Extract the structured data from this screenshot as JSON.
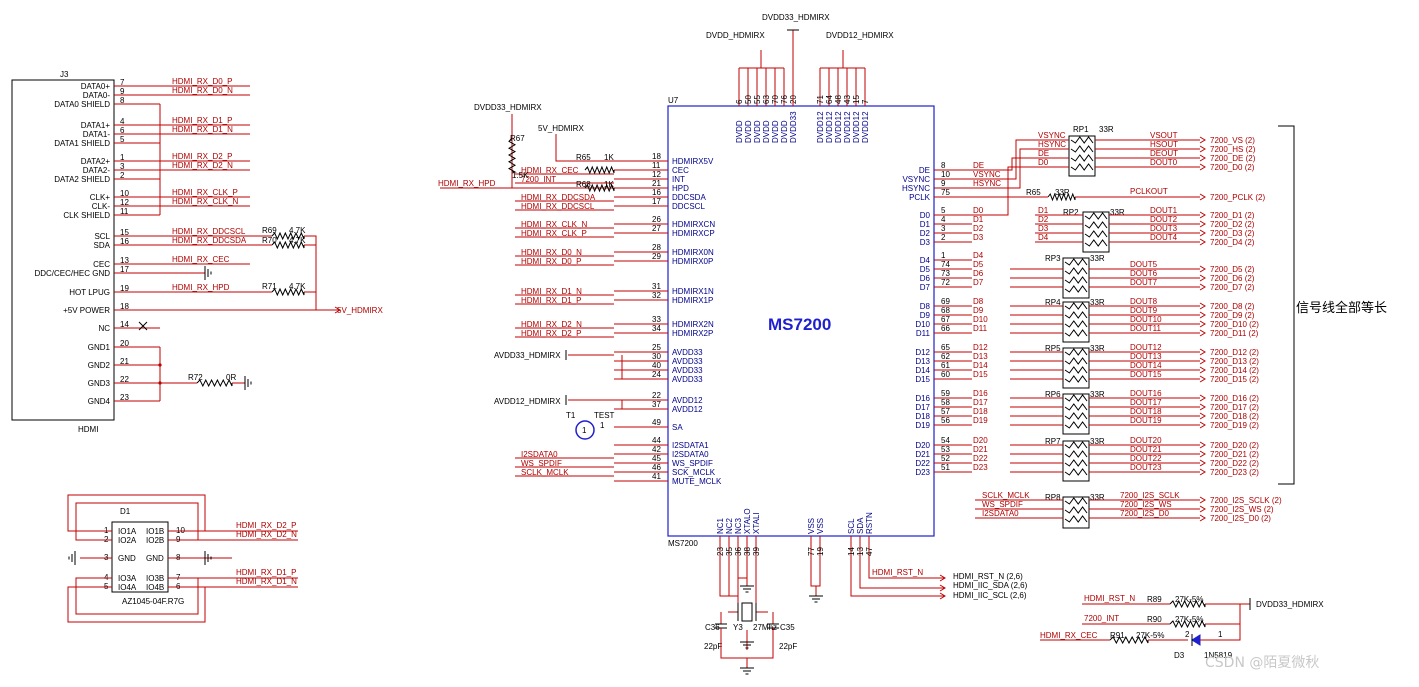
{
  "j3": {
    "ref": "J3",
    "name": "HDMI",
    "pins": [
      {
        "label": "DATA0+",
        "num": "7",
        "net": "HDMI_RX_D0_P"
      },
      {
        "label": "DATA0-",
        "num": "9",
        "net": "HDMI_RX_D0_N"
      },
      {
        "label": "DATA0 SHIELD",
        "num": "8",
        "net": ""
      },
      {
        "label": "DATA1+",
        "num": "4",
        "net": "HDMI_RX_D1_P"
      },
      {
        "label": "DATA1-",
        "num": "6",
        "net": "HDMI_RX_D1_N"
      },
      {
        "label": "DATA1 SHIELD",
        "num": "5",
        "net": ""
      },
      {
        "label": "DATA2+",
        "num": "1",
        "net": "HDMI_RX_D2_P"
      },
      {
        "label": "DATA2-",
        "num": "3",
        "net": "HDMI_RX_D2_N"
      },
      {
        "label": "DATA2 SHIELD",
        "num": "2",
        "net": ""
      },
      {
        "label": "CLK+",
        "num": "10",
        "net": "HDMI_RX_CLK_P"
      },
      {
        "label": "CLK-",
        "num": "12",
        "net": "HDMI_RX_CLK_N"
      },
      {
        "label": "CLK SHIELD",
        "num": "11",
        "net": ""
      },
      {
        "label": "SCL",
        "num": "15",
        "net": "HDMI_RX_DDCSCL"
      },
      {
        "label": "SDA",
        "num": "16",
        "net": "HDMI_RX_DDCSDA"
      },
      {
        "label": "CEC",
        "num": "13",
        "net": "HDMI_RX_CEC"
      },
      {
        "label": "DDC/CEC/HEC GND",
        "num": "17",
        "net": ""
      },
      {
        "label": "HOT LPUG",
        "num": "19",
        "net": "HDMI_RX_HPD"
      },
      {
        "label": "+5V POWER",
        "num": "18",
        "net": "5V_HDMIRX"
      },
      {
        "label": "NC",
        "num": "14",
        "net": ""
      },
      {
        "label": "GND1",
        "num": "20",
        "net": ""
      },
      {
        "label": "GND2",
        "num": "21",
        "net": ""
      },
      {
        "label": "GND3",
        "num": "22",
        "net": ""
      },
      {
        "label": "GND4",
        "num": "23",
        "net": ""
      }
    ],
    "r69": {
      "ref": "R69",
      "val": "4.7K"
    },
    "r70": {
      "ref": "R70",
      "val": "4.7K"
    },
    "r71": {
      "ref": "R71",
      "val": "4.7K"
    },
    "r72": {
      "ref": "R72",
      "val": "0R"
    }
  },
  "d1": {
    "ref": "D1",
    "part": "AZ1045-04F.R7G",
    "left_labels": [
      "IO1A",
      "IO2A",
      "GND",
      "IO3A",
      "IO4A"
    ],
    "right_labels": [
      "IO1B",
      "IO2B",
      "GND",
      "IO3B",
      "IO4B"
    ],
    "left_nums": [
      "1",
      "2",
      "3",
      "4",
      "5"
    ],
    "right_nums": [
      "10",
      "9",
      "8",
      "7",
      "6"
    ],
    "nets": [
      "HDMI_RX_D2_P",
      "HDMI_RX_D2_N",
      "HDMI_RX_D1_P",
      "HDMI_RX_D1_N"
    ]
  },
  "u7": {
    "ref": "U7",
    "name": "MS7200",
    "part": "MS7200",
    "top_power": {
      "dvdd": "DVDD_HDMIRX",
      "dvdd33": "DVDD33_HDMIRX",
      "dvdd12": "DVDD12_HDMIRX",
      "pins": [
        {
          "num": "6",
          "name": "DVDD"
        },
        {
          "num": "50",
          "name": "DVDD"
        },
        {
          "num": "55",
          "name": "DVDD"
        },
        {
          "num": "63",
          "name": "DVDD"
        },
        {
          "num": "70",
          "name": "DVDD"
        },
        {
          "num": "76",
          "name": "DVDD"
        },
        {
          "num": "20",
          "name": "DVDD33"
        },
        {
          "num": "71",
          "name": "DVDD12"
        },
        {
          "num": "64",
          "name": "DVDD12"
        },
        {
          "num": "48",
          "name": "DVDD12"
        },
        {
          "num": "43",
          "name": "DVDD12"
        },
        {
          "num": "15",
          "name": "DVDD12"
        },
        {
          "num": "7",
          "name": "DVDD12"
        }
      ]
    },
    "left_pins": [
      {
        "num": "18",
        "name": "HDMIRX5V"
      },
      {
        "num": "11",
        "name": "CEC",
        "net": "HDMI_RX_CEC"
      },
      {
        "num": "12",
        "name": "INT",
        "net": "7200_INT"
      },
      {
        "num": "21",
        "name": "HPD"
      },
      {
        "num": "16",
        "name": "DDCSDA",
        "net": "HDMI_RX_DDCSDA"
      },
      {
        "num": "17",
        "name": "DDCSCL",
        "net": "HDMI_RX_DDCSCL"
      },
      {
        "num": "26",
        "name": "HDMIRXCN",
        "net": "HDMI_RX_CLK_N"
      },
      {
        "num": "27",
        "name": "HDMIRXCP",
        "net": "HDMI_RX_CLK_P"
      },
      {
        "num": "28",
        "name": "HDMIRX0N",
        "net": "HDMI_RX_D0_N"
      },
      {
        "num": "29",
        "name": "HDMIRX0P",
        "net": "HDMI_RX_D0_P"
      },
      {
        "num": "31",
        "name": "HDMIRX1N",
        "net": "HDMI_RX_D1_N"
      },
      {
        "num": "32",
        "name": "HDMIRX1P",
        "net": "HDMI_RX_D1_P"
      },
      {
        "num": "33",
        "name": "HDMIRX2N",
        "net": "HDMI_RX_D2_N"
      },
      {
        "num": "34",
        "name": "HDMIRX2P",
        "net": "HDMI_RX_D2_P"
      },
      {
        "num": "25",
        "name": "AVDD33"
      },
      {
        "num": "30",
        "name": "AVDD33"
      },
      {
        "num": "40",
        "name": "AVDD33"
      },
      {
        "num": "24",
        "name": "AVDD33"
      },
      {
        "num": "22",
        "name": "AVDD12"
      },
      {
        "num": "37",
        "name": "AVDD12"
      },
      {
        "num": "49",
        "name": "SA"
      },
      {
        "num": "44",
        "name": "I2SDATA1"
      },
      {
        "num": "42",
        "name": "I2SDATA0",
        "net": "I2SDATA0"
      },
      {
        "num": "45",
        "name": "WS_SPDIF",
        "net": "WS_SPDIF"
      },
      {
        "num": "46",
        "name": "SCK_MCLK",
        "net": "SCLK_MCLK"
      },
      {
        "num": "41",
        "name": "MUTE_MCLK"
      }
    ],
    "right_pins": [
      {
        "num": "8",
        "name": "DE",
        "net": "DE"
      },
      {
        "num": "10",
        "name": "VSYNC",
        "net": "VSYNC"
      },
      {
        "num": "9",
        "name": "HSYNC",
        "net": "HSYNC"
      },
      {
        "num": "75",
        "name": "PCLK"
      },
      {
        "num": "5",
        "name": "D0",
        "net": "D0"
      },
      {
        "num": "4",
        "name": "D1",
        "net": "D1"
      },
      {
        "num": "3",
        "name": "D2",
        "net": "D2"
      },
      {
        "num": "2",
        "name": "D3",
        "net": "D3"
      },
      {
        "num": "1",
        "name": "D4",
        "net": "D4"
      },
      {
        "num": "74",
        "name": "D5",
        "net": "D5"
      },
      {
        "num": "73",
        "name": "D6",
        "net": "D6"
      },
      {
        "num": "72",
        "name": "D7",
        "net": "D7"
      },
      {
        "num": "69",
        "name": "D8",
        "net": "D8"
      },
      {
        "num": "68",
        "name": "D9",
        "net": "D9"
      },
      {
        "num": "67",
        "name": "D10",
        "net": "D10"
      },
      {
        "num": "66",
        "name": "D11",
        "net": "D11"
      },
      {
        "num": "65",
        "name": "D12",
        "net": "D12"
      },
      {
        "num": "62",
        "name": "D13",
        "net": "D13"
      },
      {
        "num": "61",
        "name": "D14",
        "net": "D14"
      },
      {
        "num": "60",
        "name": "D15",
        "net": "D15"
      },
      {
        "num": "59",
        "name": "D16",
        "net": "D16"
      },
      {
        "num": "58",
        "name": "D17",
        "net": "D17"
      },
      {
        "num": "57",
        "name": "D18",
        "net": "D18"
      },
      {
        "num": "56",
        "name": "D19",
        "net": "D19"
      },
      {
        "num": "54",
        "name": "D20",
        "net": "D20"
      },
      {
        "num": "53",
        "name": "D21",
        "net": "D21"
      },
      {
        "num": "52",
        "name": "D22",
        "net": "D22"
      },
      {
        "num": "51",
        "name": "D23",
        "net": "D23"
      }
    ],
    "bottom_pins": [
      {
        "num": "23",
        "name": "NC1"
      },
      {
        "num": "35",
        "name": "NC2"
      },
      {
        "num": "36",
        "name": "NC3"
      },
      {
        "num": "38",
        "name": "XTALO"
      },
      {
        "num": "39",
        "name": "XTALI"
      },
      {
        "num": "77",
        "name": "VSS"
      },
      {
        "num": "19",
        "name": "VSS"
      },
      {
        "num": "14",
        "name": "SCL"
      },
      {
        "num": "13",
        "name": "SDA"
      },
      {
        "num": "47",
        "name": "RSTN"
      }
    ],
    "nets": {
      "dvdd33_left": "DVDD33_HDMIRX",
      "v5": "5V_HDMIRX",
      "hpd": "HDMI_RX_HPD",
      "avdd33": "AVDD33_HDMIRX",
      "avdd12": "AVDD12_HDMIRX",
      "rst": "HDMI_RST_N",
      "rst_out": "HDMI_RST_N (2,6)",
      "sda_out": "HDMI_IIC_SDA  (2,6)",
      "scl_out": "HDMI_IIC_SCL  (2,6)"
    },
    "r67": {
      "ref": "R67",
      "val": "1.5K"
    },
    "r65": {
      "ref": "R65",
      "val": "1K"
    },
    "r68": {
      "ref": "R68",
      "val": "1K"
    },
    "t1": {
      "ref": "T1",
      "name": "TEST",
      "num": "1"
    }
  },
  "crystal": {
    "y3": "Y3",
    "freq": "27Mhz",
    "c36": {
      "ref": "C36",
      "val": "22pF"
    },
    "c35": {
      "ref": "C35",
      "val": "22pF"
    }
  },
  "outputs": {
    "sync": [
      {
        "in": "VSYNC",
        "out": "VSOUT",
        "net": "7200_VS  (2)"
      },
      {
        "in": "HSYNC",
        "out": "HSOUT",
        "net": "7200_HS  (2)"
      },
      {
        "in": "DE",
        "out": "DEOUT",
        "net": "7200_DE  (2)"
      },
      {
        "in": "D0",
        "out": "DOUT0",
        "net": "7200_D0  (2)"
      }
    ],
    "rp1": {
      "ref": "RP1",
      "val": "33R"
    },
    "pclk": {
      "ref": "R65",
      "val": "33R",
      "net_mid": "PCLKOUT",
      "net": "7200_PCLK  (2)"
    },
    "rp2": {
      "ref": "RP2",
      "val": "33R"
    },
    "rp2_in": [
      "D1",
      "D2",
      "D3",
      "D4"
    ],
    "rp2_out": [
      "DOUT1",
      "DOUT2",
      "DOUT3",
      "DOUT4"
    ],
    "rp2_net": [
      "7200_D1  (2)",
      "7200_D2  (2)",
      "7200_D3  (2)",
      "7200_D4  (2)"
    ],
    "groups": [
      {
        "ref": "RP3",
        "val": "33R",
        "out": [
          "DOUT5",
          "DOUT6",
          "DOUT7"
        ],
        "net": [
          "7200_D5  (2)",
          "7200_D6  (2)",
          "7200_D7  (2)"
        ]
      },
      {
        "ref": "RP4",
        "val": "33R",
        "out": [
          "DOUT8",
          "DOUT9",
          "DOUT10",
          "DOUT11"
        ],
        "net": [
          "7200_D8  (2)",
          "7200_D9  (2)",
          "7200_D10  (2)",
          "7200_D11  (2)"
        ]
      },
      {
        "ref": "RP5",
        "val": "33R",
        "out": [
          "DOUT12",
          "DOUT13",
          "DOUT14",
          "DOUT15"
        ],
        "net": [
          "7200_D12  (2)",
          "7200_D13  (2)",
          "7200_D14  (2)",
          "7200_D15  (2)"
        ]
      },
      {
        "ref": "RP6",
        "val": "33R",
        "out": [
          "DOUT16",
          "DOUT17",
          "DOUT18",
          "DOUT19"
        ],
        "net": [
          "7200_D16  (2)",
          "7200_D17  (2)",
          "7200_D18  (2)",
          "7200_D19  (2)"
        ]
      },
      {
        "ref": "RP7",
        "val": "33R",
        "out": [
          "DOUT20",
          "DOUT21",
          "DOUT22",
          "DOUT23"
        ],
        "net": [
          "7200_D20  (2)",
          "7200_D21  (2)",
          "7200_D22  (2)",
          "7200_D23  (2)"
        ]
      }
    ],
    "rp8": {
      "ref": "RP8",
      "val": "33R",
      "in": [
        "SCLK_MCLK",
        "WS_SPDIF",
        "I2SDATA0"
      ],
      "out": [
        "7200_I2S_SCLK",
        "7200_I2S_WS",
        "7200_I2S_D0"
      ],
      "net": [
        "7200_I2S_SCLK  (2)",
        "7200_I2S_WS  (2)",
        "7200_I2S_D0  (2)"
      ]
    },
    "note": "信号线全部等长"
  },
  "reset": {
    "rst_net": "HDMI_RST_N",
    "int_net": "7200_INT",
    "cec_net": "HDMI_RX_CEC",
    "r89": {
      "ref": "R89",
      "val": "27K-5%"
    },
    "r90": {
      "ref": "R90",
      "val": "27K-5%"
    },
    "r91": {
      "ref": "R91",
      "val": "27K-5%"
    },
    "d3": {
      "ref": "D3",
      "part": "1N5819",
      "p2": "2",
      "p1": "1"
    },
    "rail": "DVDD33_HDMIRX"
  },
  "watermark": "CSDN @陌夏微秋"
}
